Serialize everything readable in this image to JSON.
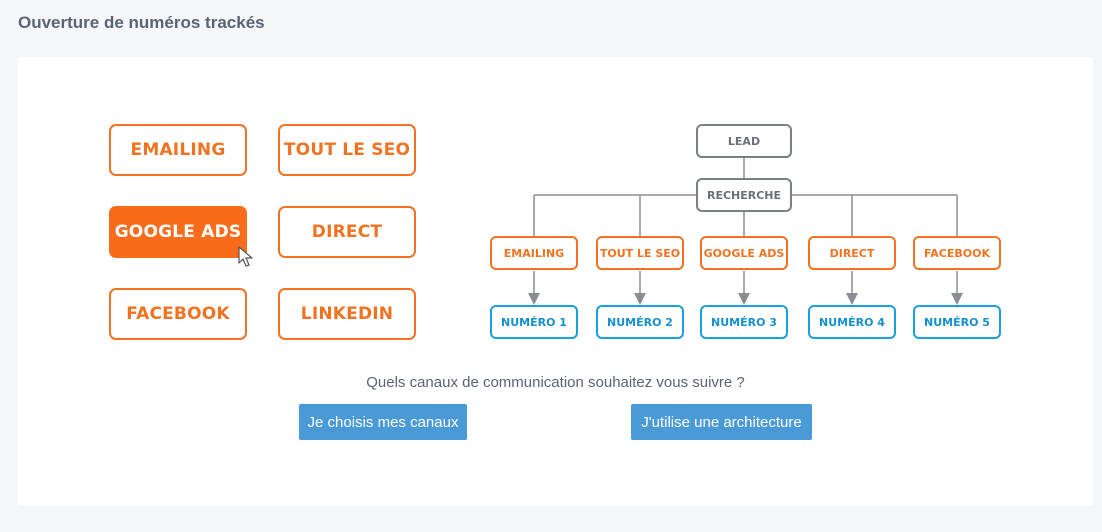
{
  "page": {
    "title": "Ouverture de numéros trackés"
  },
  "channels": [
    {
      "label": "EMAILING",
      "active": false
    },
    {
      "label": "TOUT LE SEO",
      "active": false
    },
    {
      "label": "GOOGLE ADS",
      "active": true
    },
    {
      "label": "DIRECT",
      "active": false
    },
    {
      "label": "FACEBOOK",
      "active": false
    },
    {
      "label": "LINKEDIN",
      "active": false
    }
  ],
  "diagram": {
    "root": "LEAD",
    "level2": "RECHERCHE",
    "sources": [
      "EMAILING",
      "TOUT LE SEO",
      "GOOGLE ADS",
      "DIRECT",
      "FACEBOOK"
    ],
    "numbers": [
      "NUMÉRO 1",
      "NUMÉRO 2",
      "NUMÉRO 3",
      "NUMÉRO 4",
      "NUMÉRO 5"
    ]
  },
  "question": "Quels canaux de communication souhaitez vous suivre ?",
  "buttons": {
    "choose": "Je choisis mes canaux",
    "architecture": "J'utilise une architecture"
  },
  "colors": {
    "orange": "#f07322",
    "blue": "#1aa0dc",
    "grey": "#7b7f86",
    "button": "#4a9ad7"
  }
}
